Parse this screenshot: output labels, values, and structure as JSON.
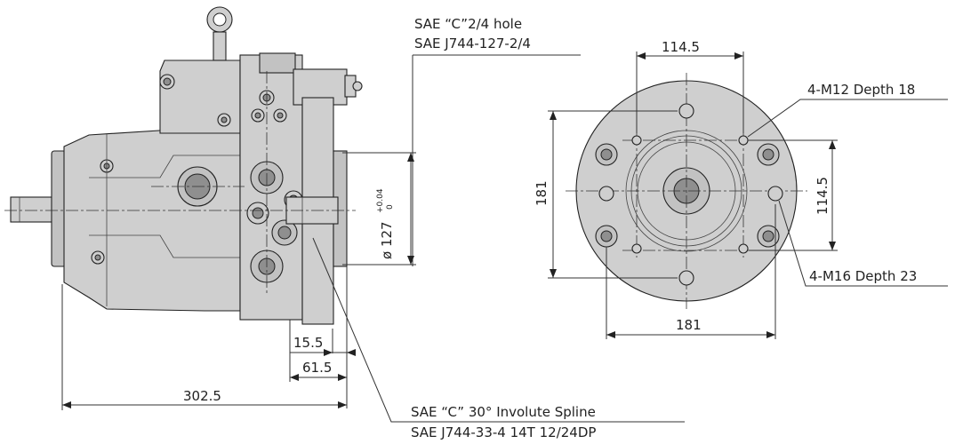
{
  "colors": {
    "line": "#222222",
    "body_fill": "#cfcfcf",
    "body_fill_dark": "#8f8f8f",
    "background": "#ffffff"
  },
  "callouts": {
    "top_left_line1": "SAE “C”2/4 hole",
    "top_left_line2": "SAE J744-127-2/4",
    "bottom_line1": "SAE “C” 30° Involute Spline",
    "bottom_line2": "SAE J744-33-4 14T 12/24DP",
    "right_top": "4-M12 Depth 18",
    "right_bottom": "4-M16 Depth 23"
  },
  "dimensions": {
    "overall_length": "302.5",
    "shaft_offset_1": "15.5",
    "shaft_offset_2": "61.5",
    "pilot_diameter_prefix": "ø 127",
    "pilot_tol_upper": "+0.04",
    "pilot_tol_lower": "0",
    "flange_top_width": "114.5",
    "flange_bottom_width": "181",
    "flange_left_height": "181",
    "flange_right_height": "114.5"
  }
}
